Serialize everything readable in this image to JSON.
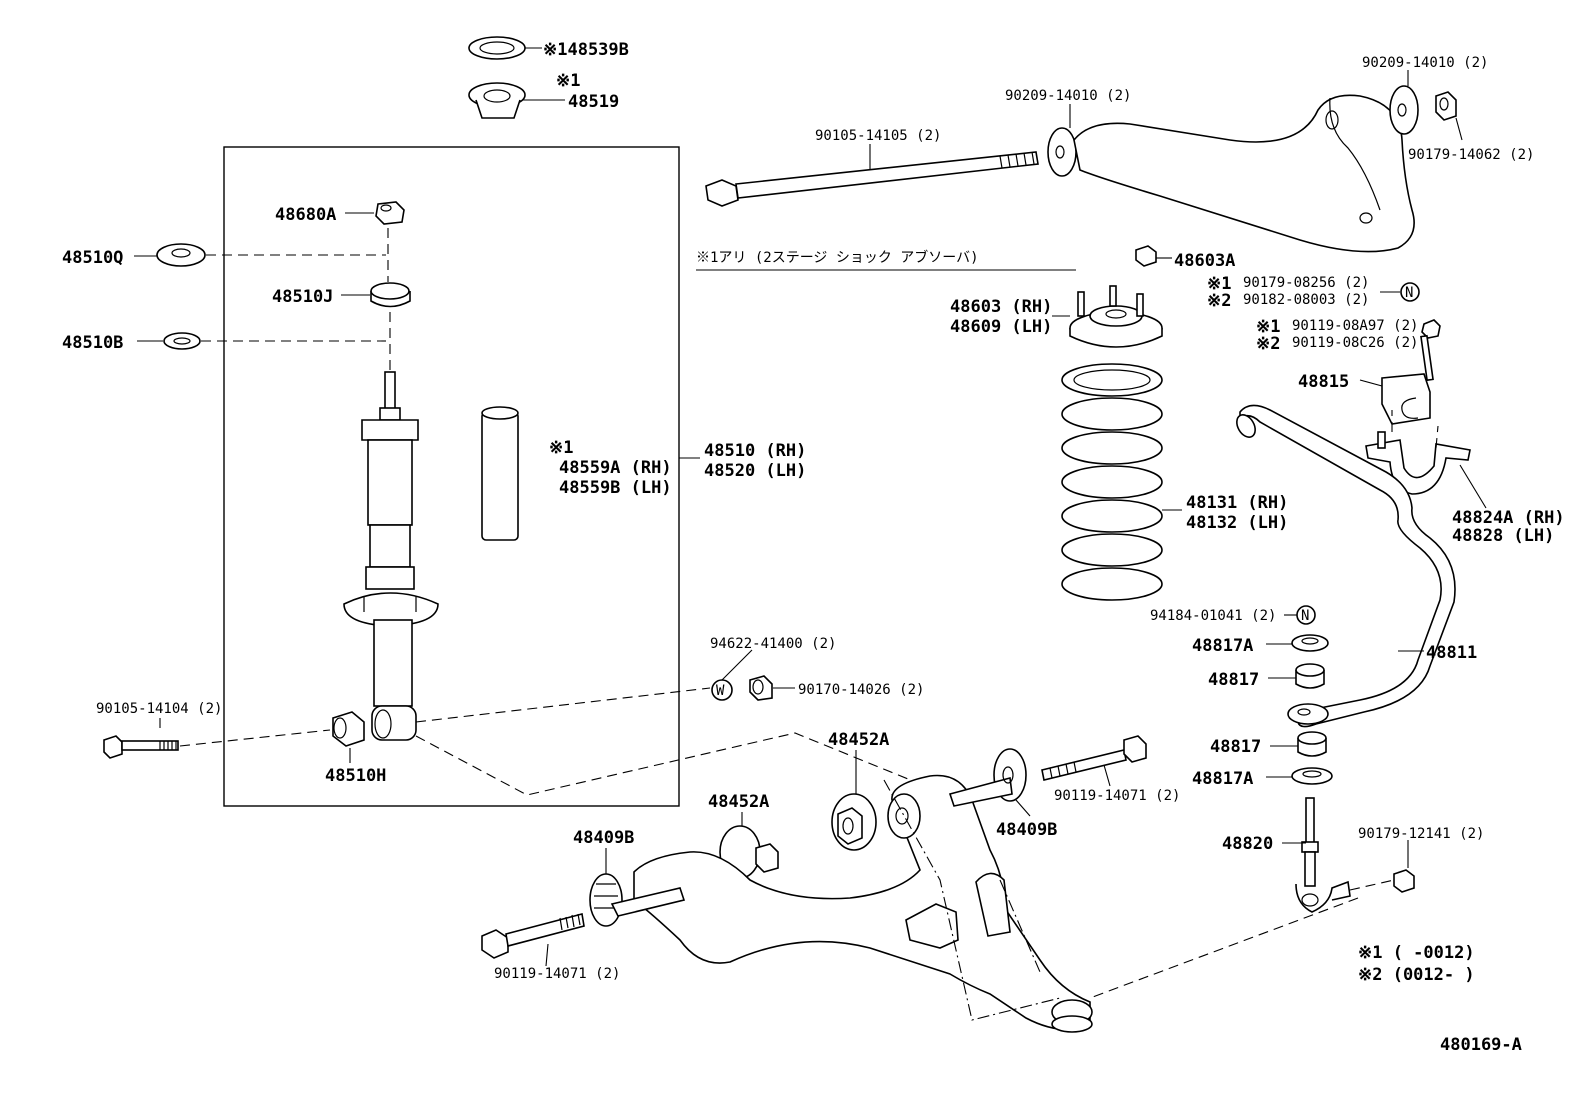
{
  "labels": {
    "p148539b": "※148539B",
    "p48519_note": "※1",
    "p48519": "48519",
    "p48680a": "48680A",
    "p48510q": "48510Q",
    "p48510j": "48510J",
    "p48510b": "48510B",
    "p48559_note": "※1",
    "p48559a": "48559A (RH)",
    "p48559b": "48559B (LH)",
    "p48510_rh": "48510 (RH)",
    "p48520_lh": "48520 (LH)",
    "p90105_14104": "90105-14104 (2)",
    "p48510h": "48510H",
    "p90105_14105": "90105-14105 (2)",
    "p90209_14010_a": "90209-14010 (2)",
    "p90209_14010_b": "90209-14010 (2)",
    "p90179_14062": "90179-14062 (2)",
    "note_line": "※1アリ (2ステージ ショック アブソーバ)",
    "p48603a": "48603A",
    "p48603_rh": "48603 (RH)",
    "p48609_lh": "48609 (LH)",
    "n1_a": "※1",
    "p90179_08256": "90179-08256 (2)",
    "n2_a": "※2",
    "p90182_08003": "90182-08003 (2)",
    "n1_b": "※1",
    "p90119_08a97": "90119-08A97 (2)",
    "n2_b": "※2",
    "p90119_08c26": "90119-08C26 (2)",
    "p48815": "48815",
    "p48824a": "48824A (RH)",
    "p48828": "48828   (LH)",
    "p48131": "48131 (RH)",
    "p48132": "48132 (LH)",
    "p94184": "94184-01041 (2)",
    "p48817a_1": "48817A",
    "p48817_1": "48817",
    "p48811": "48811",
    "p48817_2": "48817",
    "p48817a_2": "48817A",
    "p48820": "48820",
    "p90179_12141": "90179-12141 (2)",
    "p94622": "94622-41400 (2)",
    "p90170": "90170-14026 (2)",
    "p48452a_1": "48452A",
    "p48452a_2": "48452A",
    "p48409b_1": "48409B",
    "p48409b_2": "48409B",
    "p90119_14071_a": "90119-14071 (2)",
    "p90119_14071_b": "90119-14071 (2)",
    "legend1": "※1 (     -0012)",
    "legend2": "※2 (0012-      )",
    "diagram_id": "480169-A"
  },
  "icons": {
    "circled_n": "N",
    "circled_w": "W"
  }
}
